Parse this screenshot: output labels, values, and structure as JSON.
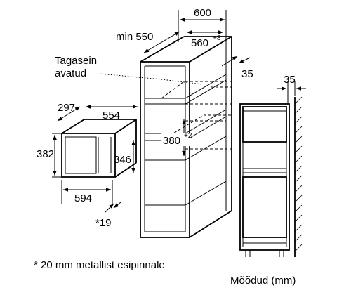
{
  "labels": {
    "back_wall_open_line1": "Tagasein",
    "back_wall_open_line2": "avatud",
    "footnote": "* 20 mm metallist esipinnale",
    "units": "Mõõdud (mm)"
  },
  "dimensions": {
    "cabinet_width": "600",
    "cabinet_min_depth": "min 550",
    "niche_width": "560",
    "niche_width_tol": "+8",
    "cabinet_panel_35": "35",
    "niche_height": "380",
    "niche_height_tol": "+2",
    "oven_depth": "297",
    "oven_width_inner": "554",
    "oven_height": "382",
    "oven_inner_height": "346",
    "oven_front_width": "594",
    "oven_front_offset": "*19",
    "side_gap": "35"
  }
}
